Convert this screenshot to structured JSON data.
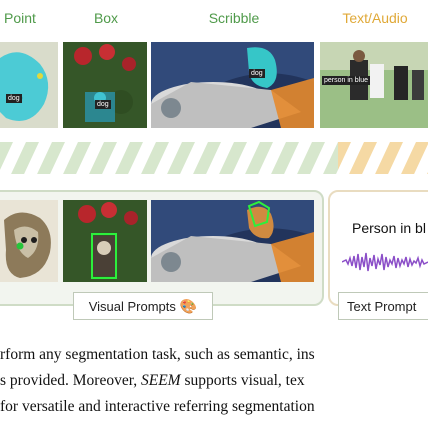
{
  "headers": {
    "point": "Point",
    "box": "Box",
    "scribble": "Scribble",
    "text_audio": "Text/Audio"
  },
  "top_row": {
    "label_dog_1": "dog",
    "label_dog_2": "dog",
    "label_dog_3": "dog",
    "label_person": "person in blue"
  },
  "bottom": {
    "text_prompt_phrase": "Person in bl",
    "visual_prompts_label": "Visual Prompts",
    "text_prompts_label": "Text Prompt"
  },
  "caption": {
    "line1": "rform any segmentation task, such as semantic, ins",
    "line2_a": "s provided. Moreover, ",
    "line2_b": "SEEM",
    "line2_c": " supports visual, tex",
    "line3": "for versatile and interactive referring segmentation"
  },
  "colors": {
    "green_header": "#4f9a4a",
    "audio_header": "#e0a938",
    "waveform": "#8b4ec8"
  }
}
